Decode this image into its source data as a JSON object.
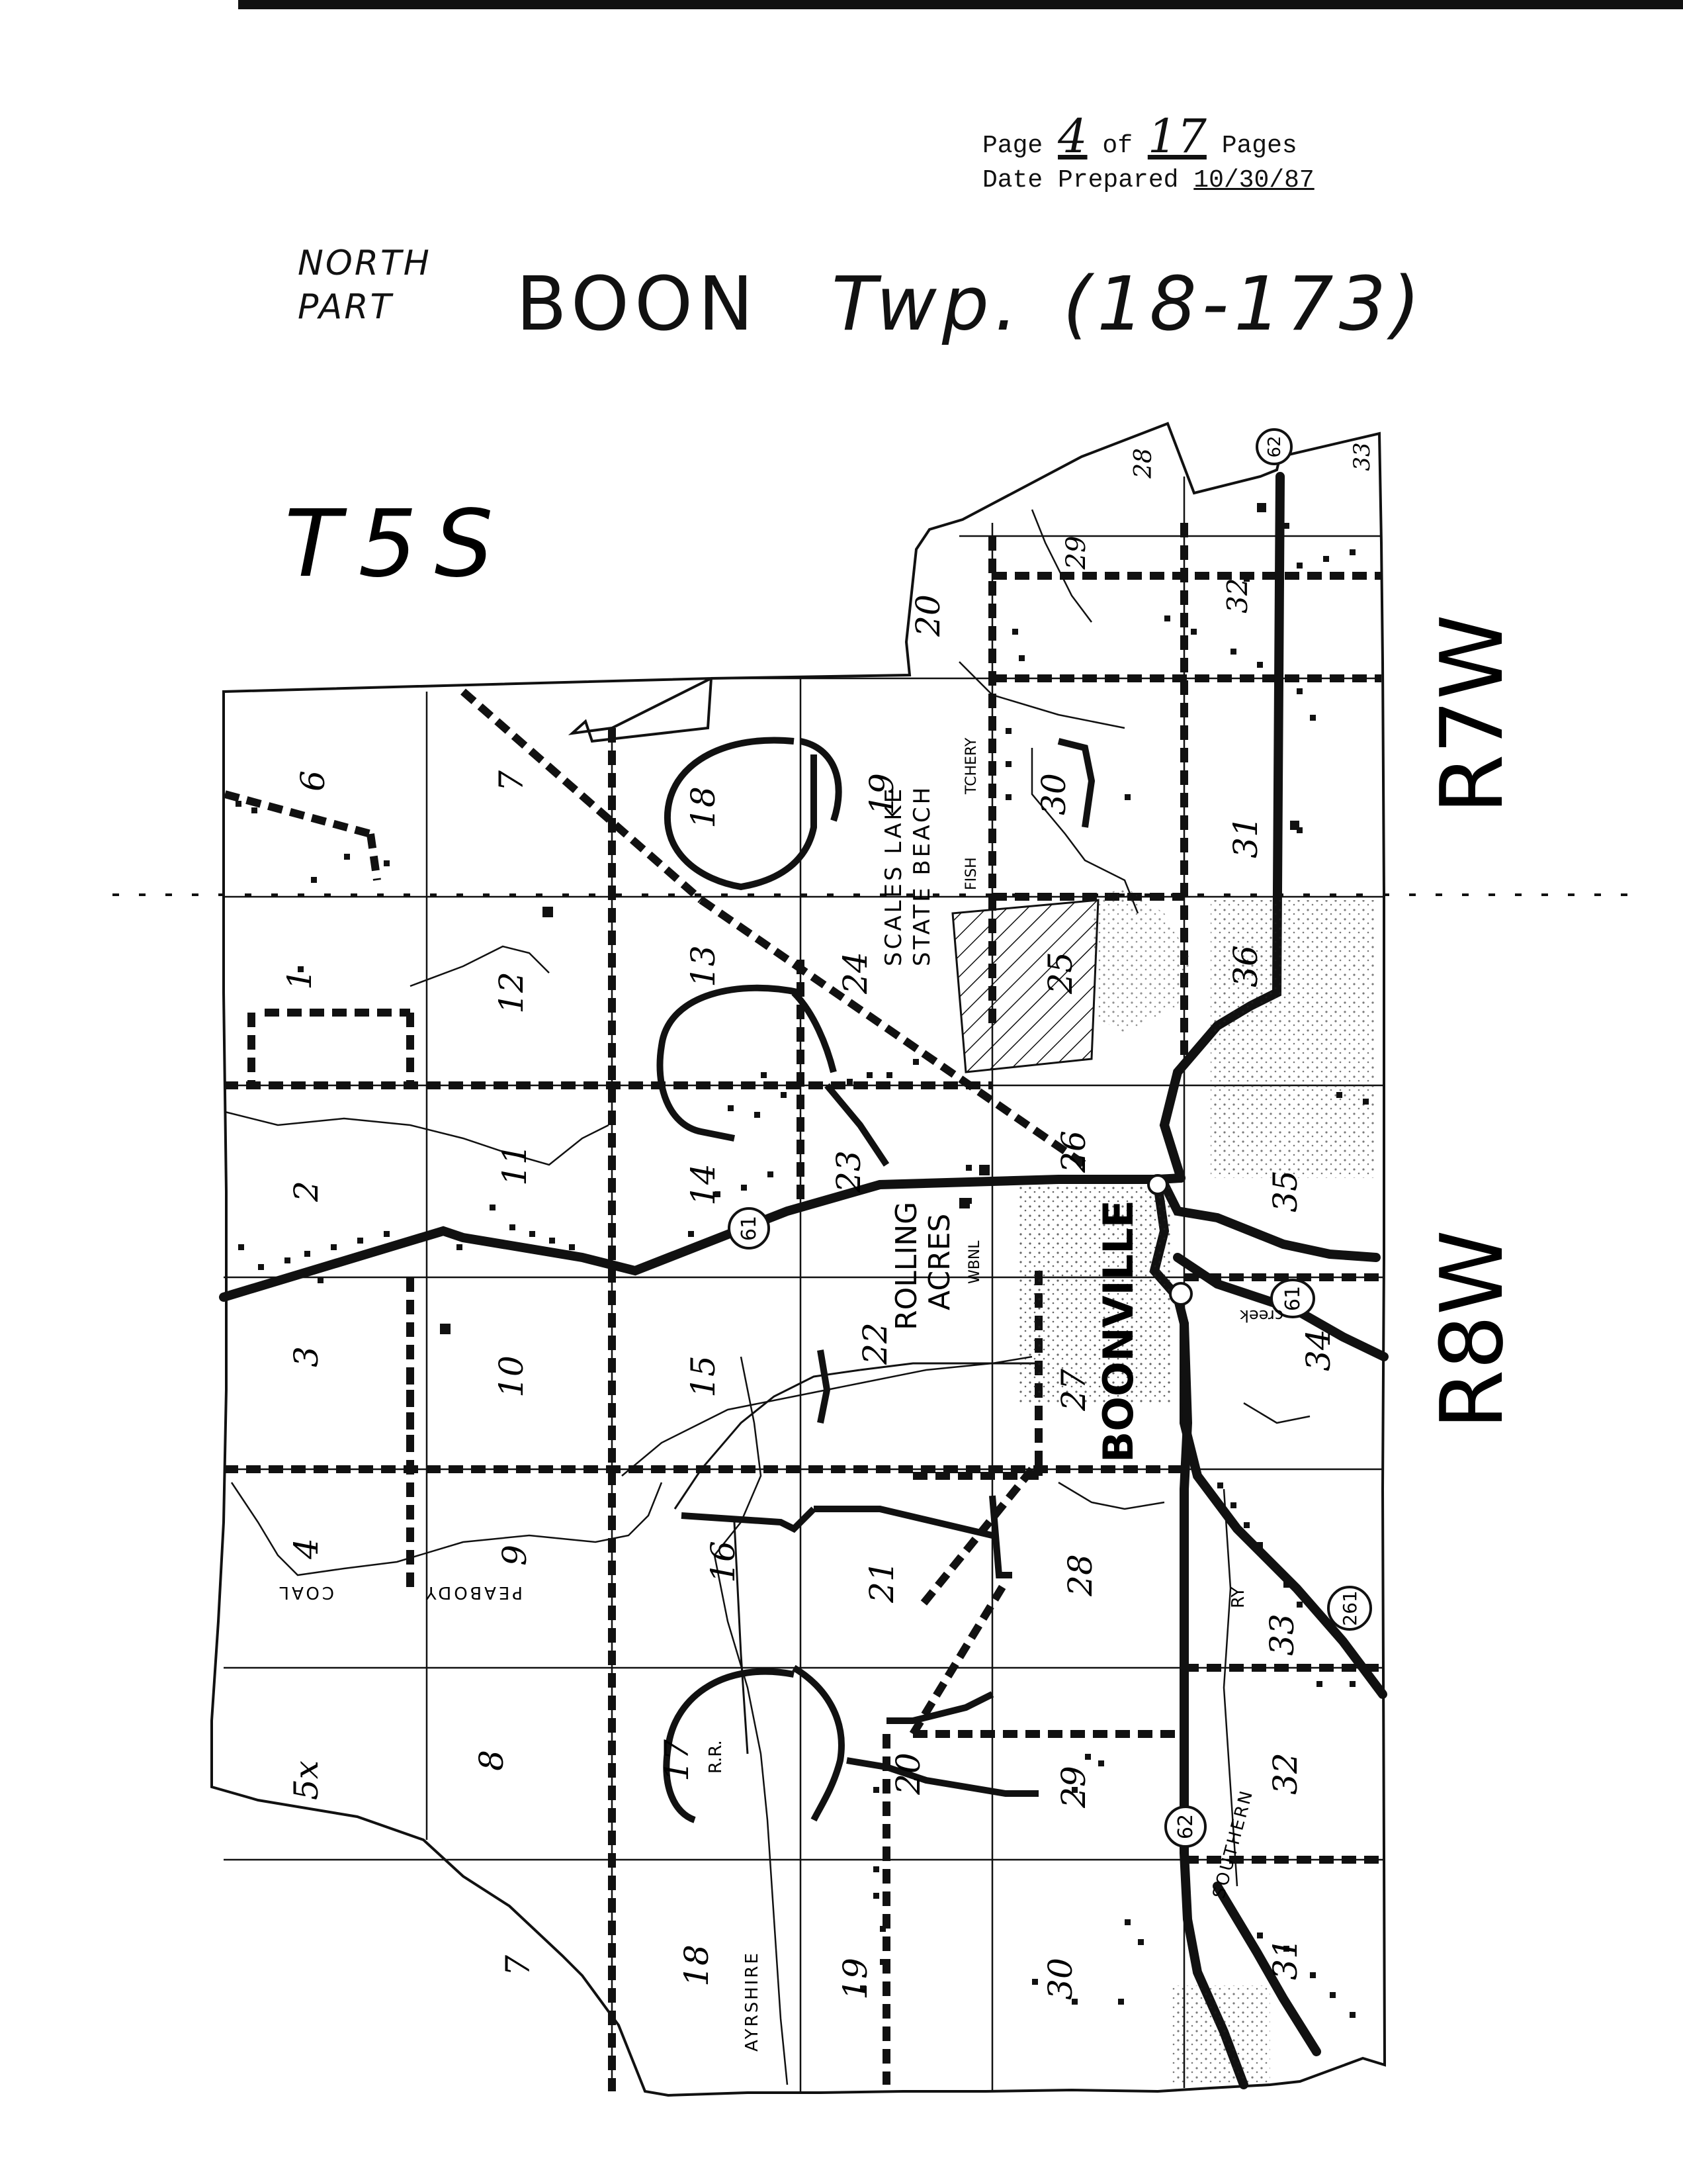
{
  "header": {
    "page_word": "Page",
    "page_number": "4",
    "of_word": "of",
    "total_pages": "17",
    "pages_word": "Pages",
    "date_label": "Date Prepared",
    "date_value": "10/30/87"
  },
  "title": {
    "north": "NORTH",
    "part": "PART",
    "township": "BOON",
    "twp": "Twp.",
    "code": "(18-173)"
  },
  "map": {
    "township_label": "T5S",
    "range_east": "R7W",
    "range_west": "R8W",
    "places": {
      "boonville": "BOONVILLE",
      "rolling": "ROLLING",
      "acres": "ACRES",
      "wbnl": "WBNL",
      "scales_lake": "SCALES LAKE",
      "state_beach": "STATE BEACH",
      "fish": "FISH",
      "hatchery": "TCHERY",
      "coal": "COAL",
      "peabody": "PEABODY",
      "ayrshire": "AYRSHIRE",
      "rr": "R.R.",
      "southern": "SOUTHERN",
      "ry": "RY",
      "creek": "creek"
    },
    "routes": {
      "r61a": "61",
      "r61b": "61",
      "r62a": "62",
      "r62b": "62",
      "r261": "261"
    },
    "sections": {
      "s6": "6",
      "s1": "1",
      "s2": "2",
      "s3": "3",
      "s4": "4",
      "s5": "5x",
      "s7a": "7",
      "s12": "12",
      "s11": "11",
      "s10": "10",
      "s9": "9",
      "s8": "8",
      "s7b": "7",
      "s18a": "18",
      "s13": "13",
      "s14": "14",
      "s15": "15",
      "s16": "16",
      "s17": "17",
      "s18b": "18",
      "s19a": "19",
      "s24": "24",
      "s23": "23",
      "s22": "22",
      "s21": "21",
      "s20b": "20",
      "s19b": "19",
      "s20a": "20",
      "s25": "25",
      "s26": "26",
      "s27": "27",
      "s28": "28",
      "s29b": "29",
      "s30b": "30",
      "s29a": "29",
      "s30a": "30",
      "s31a": "31",
      "s36": "36",
      "s35": "35",
      "s34": "34",
      "s33b": "33",
      "s32b": "32",
      "s31b": "31",
      "s28a": "28",
      "s32a": "32",
      "s33a": "33"
    }
  }
}
